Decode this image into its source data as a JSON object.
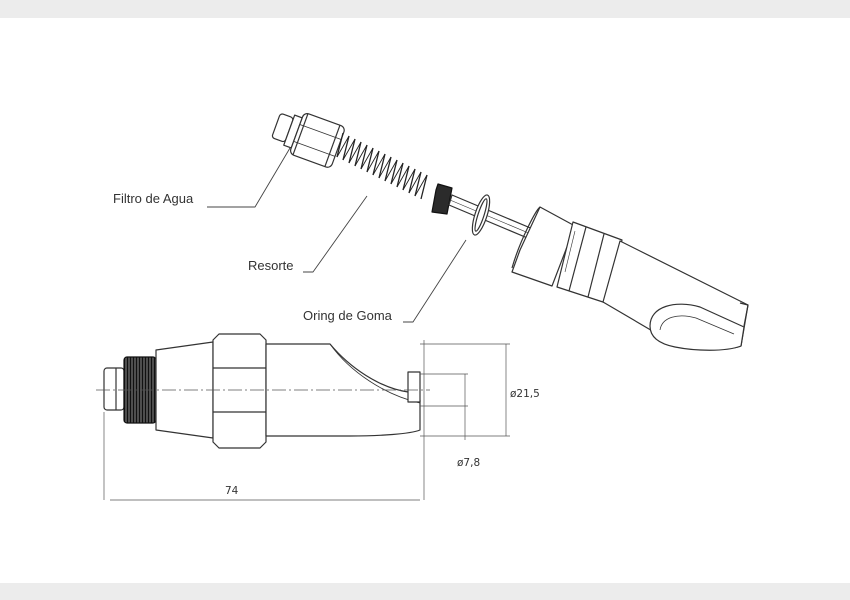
{
  "labels": {
    "filter": "Filtro de Agua",
    "spring": "Resorte",
    "oring": "Oring de Goma"
  },
  "dimensions": {
    "length": "74",
    "outer_diameter": "ø21,5",
    "inner_diameter": "ø7,8"
  },
  "colors": {
    "background": "#ececec",
    "sheet": "#ffffff",
    "line": "#333333",
    "dim_line": "#666666"
  }
}
